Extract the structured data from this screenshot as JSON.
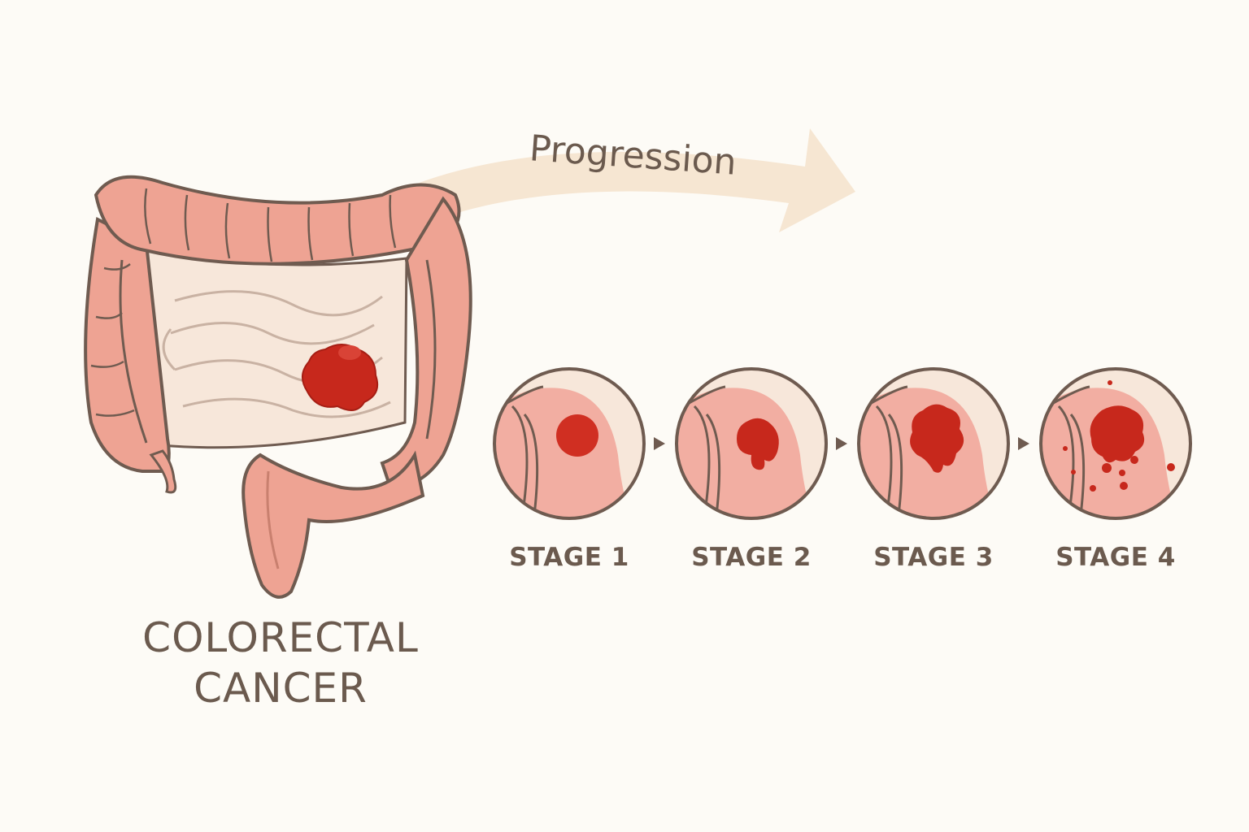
{
  "title": {
    "line1": "COLORECTAL",
    "line2": "CANCER"
  },
  "arrow": {
    "label": "Progression"
  },
  "stages": [
    {
      "label": "STAGE 1"
    },
    {
      "label": "STAGE 2"
    },
    {
      "label": "STAGE 3"
    },
    {
      "label": "STAGE 4"
    }
  ],
  "colors": {
    "background": "#fdfbf6",
    "colon": "#eea393",
    "colon_outline": "#6f5b50",
    "tissue": "#f7e7da",
    "tumor": "#c7281c",
    "arrow": "#f6e6d2",
    "text": "#6b5a4e"
  }
}
